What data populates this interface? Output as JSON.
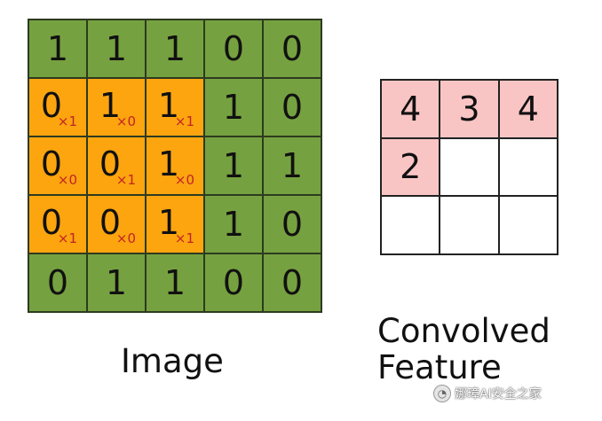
{
  "image_matrix": [
    [
      1,
      1,
      1,
      0,
      0
    ],
    [
      0,
      1,
      1,
      1,
      0
    ],
    [
      0,
      0,
      1,
      1,
      1
    ],
    [
      0,
      0,
      1,
      1,
      0
    ],
    [
      0,
      1,
      1,
      0,
      0
    ]
  ],
  "kernel_labels": [
    [
      "×1",
      "×0",
      "×1"
    ],
    [
      "×0",
      "×1",
      "×0"
    ],
    [
      "×1",
      "×0",
      "×1"
    ]
  ],
  "kernel_window": {
    "row_start": 1,
    "col_start": 0,
    "size": 3
  },
  "feature_matrix": [
    [
      "4",
      "3",
      "4"
    ],
    [
      "2",
      "",
      ""
    ],
    [
      "",
      "",
      ""
    ]
  ],
  "captions": {
    "image": "Image",
    "feature_line1": "Convolved",
    "feature_line2": "Feature"
  },
  "watermark": {
    "text": "娜璋AI安全之家"
  },
  "colors": {
    "cell_green": "#76a140",
    "cell_orange": "#fca50f",
    "kernel_text": "#c32326",
    "feature_filled": "#f8c5c4",
    "grid_border": "#2d3b1f"
  }
}
